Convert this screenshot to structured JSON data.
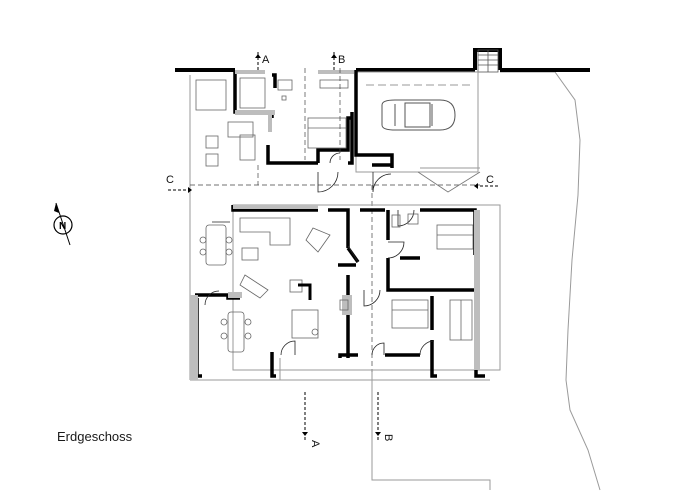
{
  "floor_label": "Erdgeschoss",
  "north_arrow": {
    "letter": "N"
  },
  "section_markers": [
    {
      "id": "A-top",
      "letter": "A"
    },
    {
      "id": "B-top",
      "letter": "B"
    },
    {
      "id": "A-bottom",
      "letter": "A"
    },
    {
      "id": "B-bottom",
      "letter": "B"
    },
    {
      "id": "C-left",
      "letter": "C"
    },
    {
      "id": "C-right",
      "letter": "C"
    }
  ],
  "colors": {
    "wall": "#000000",
    "thin_line": "#555555",
    "light_line": "#9a9a9a",
    "fill": "#bdbdbd"
  }
}
